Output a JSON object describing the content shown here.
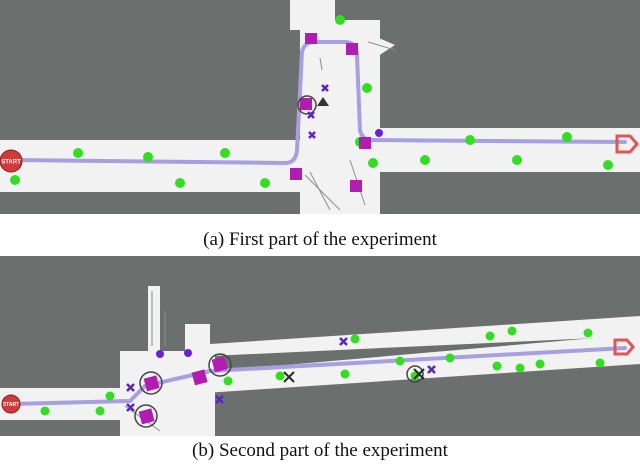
{
  "panels": [
    {
      "caption": "(a) First part of the experiment",
      "start_label": "START"
    },
    {
      "caption": "(b) Second part of the experiment",
      "start_label": "START"
    }
  ],
  "colors": {
    "background": "#6b706e",
    "free_space": "#f2f2f2",
    "path": "#a79fe0",
    "green_marker": "#33dd22",
    "magenta_marker": "#b21cb0",
    "purple_marker": "#6a1fd8",
    "start_circle": "#d23a3a",
    "goal_marker": "#e25555"
  },
  "icons": [
    "start-marker",
    "goal-marker",
    "green-dot",
    "magenta-square",
    "purple-cross",
    "purple-dot",
    "dark-x",
    "circle-ring"
  ]
}
